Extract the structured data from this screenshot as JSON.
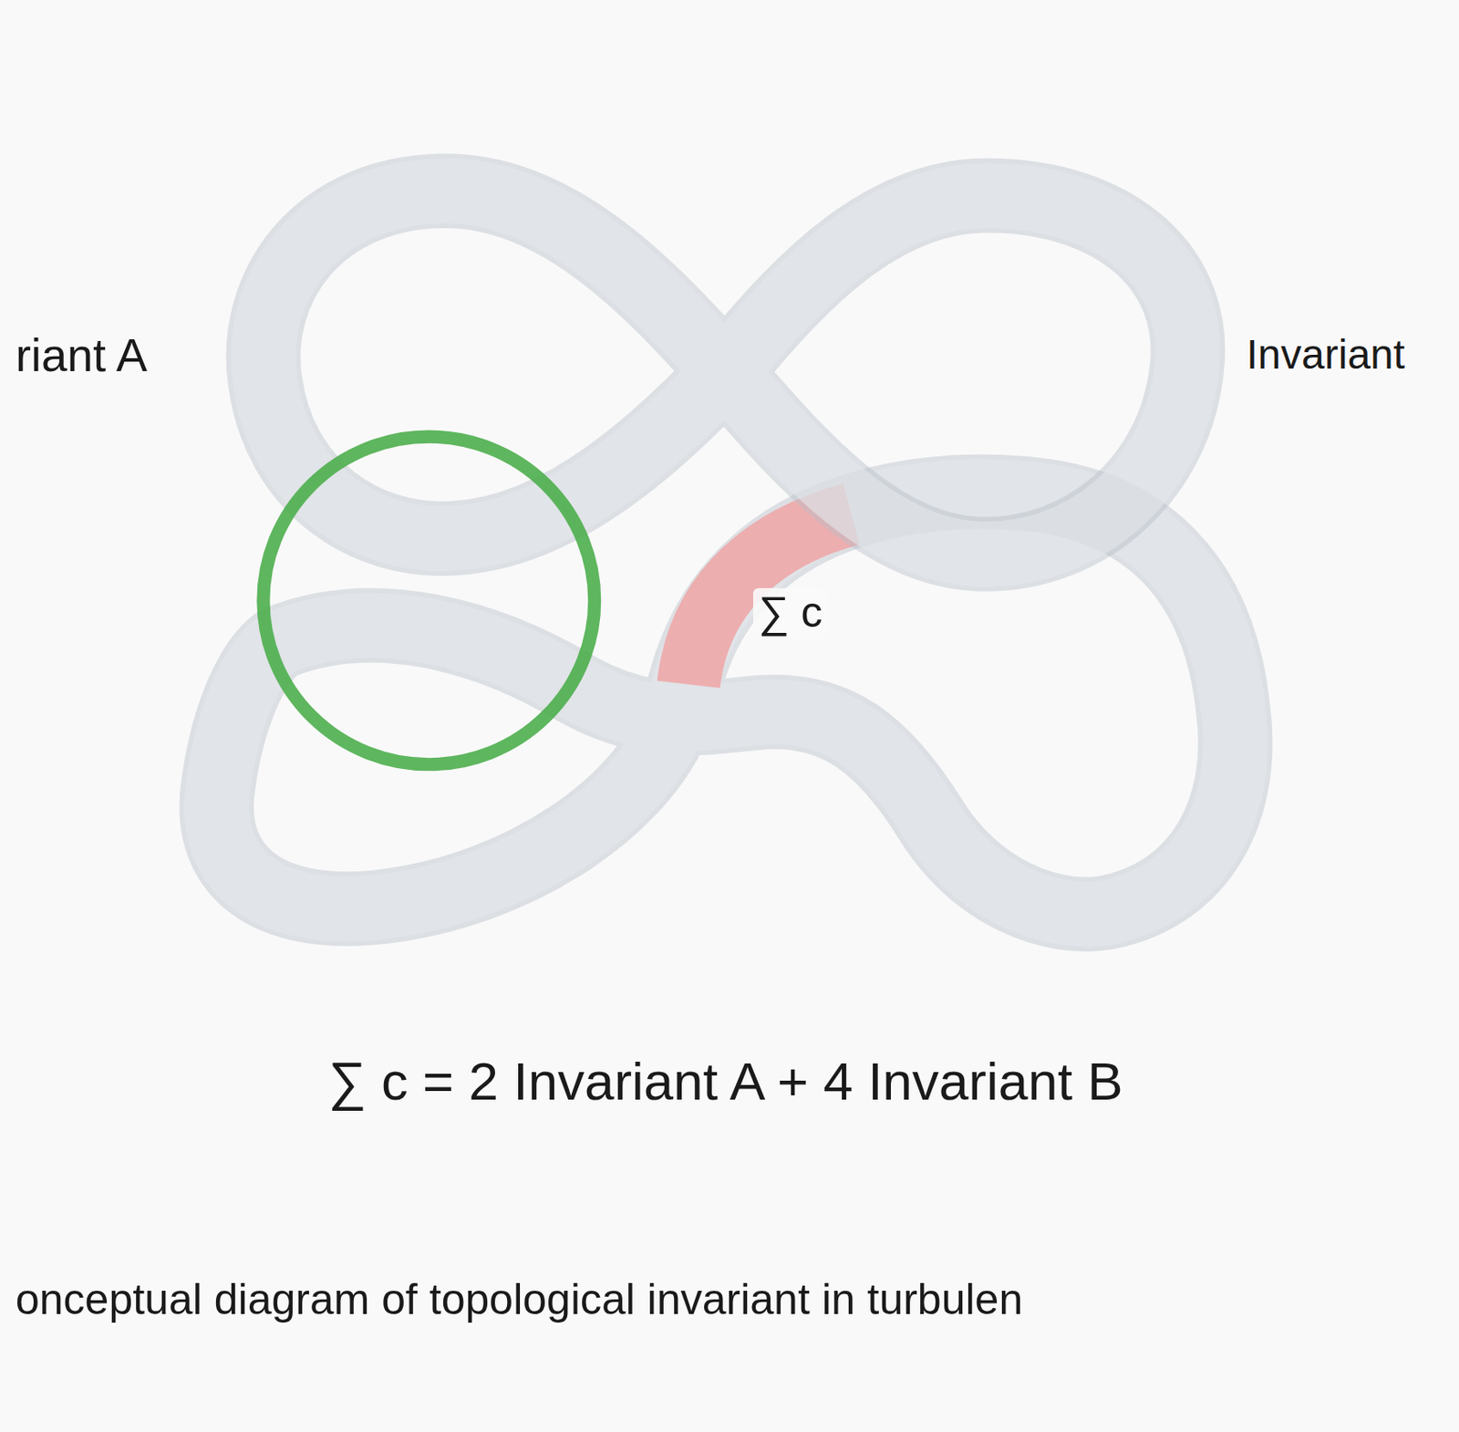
{
  "diagram": {
    "caption": "onceptual diagram of topological invariant in turbulen",
    "labels": [
      "riant A",
      "Invariant",
      "∑ c",
      "∑ c = 2 Invariant A + 4 Invariant B"
    ]
  }
}
